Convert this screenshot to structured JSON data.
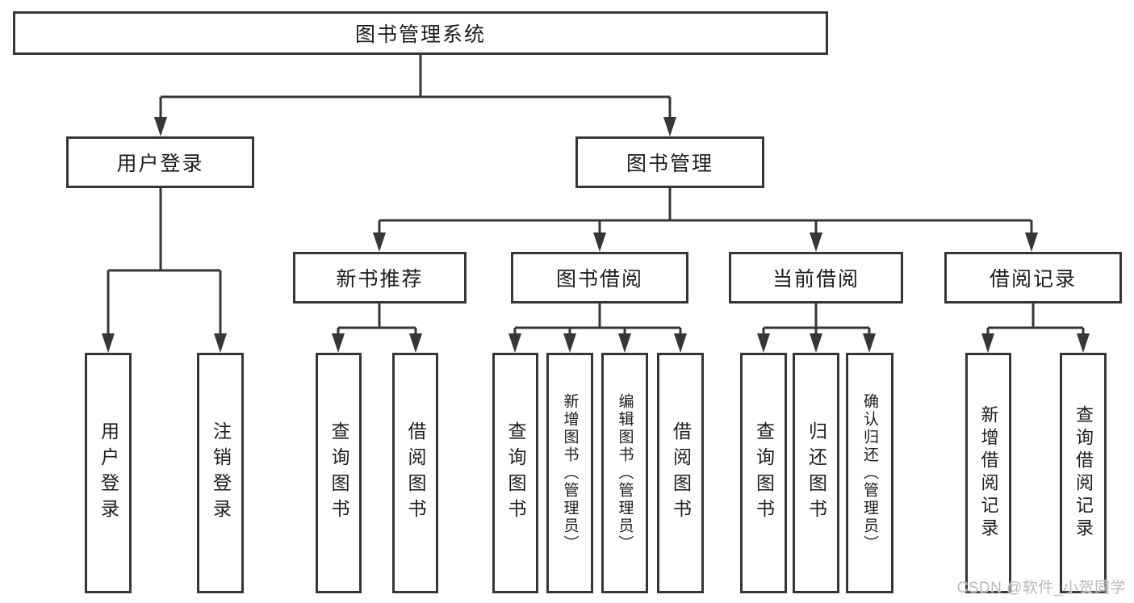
{
  "diagram": {
    "title": "图书管理系统",
    "nodes": {
      "root": {
        "label": "图书管理系统"
      },
      "user_login": {
        "label": "用户登录"
      },
      "book_mgmt": {
        "label": "图书管理"
      },
      "login": {
        "label": "用户登录"
      },
      "logout": {
        "label": "注销登录"
      },
      "new_book_rec": {
        "label": "新书推荐"
      },
      "book_borrow": {
        "label": "图书借阅"
      },
      "current_borrow": {
        "label": "当前借阅"
      },
      "borrow_records": {
        "label": "借阅记录"
      },
      "nb_query": {
        "label": "查询图书"
      },
      "nb_borrow": {
        "label": "借阅图书"
      },
      "bb_query": {
        "label": "查询图书"
      },
      "bb_add": {
        "label": "新增图书（管理员）"
      },
      "bb_edit": {
        "label": "编辑图书（管理员）"
      },
      "bb_borrow": {
        "label": "借阅图书"
      },
      "cb_query": {
        "label": "查询图书"
      },
      "cb_return": {
        "label": "归还图书"
      },
      "cb_confirm": {
        "label": "确认归还（管理员）"
      },
      "br_add": {
        "label": "新增借阅记录"
      },
      "br_query": {
        "label": "查询借阅记录"
      }
    },
    "hierarchy": {
      "图书管理系统": {
        "用户登录": [
          "用户登录",
          "注销登录"
        ],
        "图书管理": {
          "新书推荐": [
            "查询图书",
            "借阅图书"
          ],
          "图书借阅": [
            "查询图书",
            "新增图书（管理员）",
            "编辑图书（管理员）",
            "借阅图书"
          ],
          "当前借阅": [
            "查询图书",
            "归还图书",
            "确认归还（管理员）"
          ],
          "借阅记录": [
            "新增借阅记录",
            "查询借阅记录"
          ]
        }
      }
    },
    "watermark": {
      "text": "CSDN @软件_小贺同学"
    },
    "colors": {
      "line": "#363636",
      "box_border": "#363636",
      "text": "#1c1c1c",
      "watermark": "#b9b9b9",
      "background": "#ffffff"
    }
  }
}
